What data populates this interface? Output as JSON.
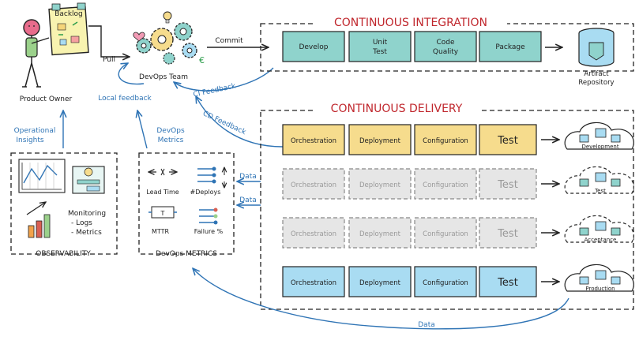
{
  "colors": {
    "ci": "#8fd3cc",
    "delivery_dev": "#f6dc8d",
    "delivery_gray": "#e6e6e6",
    "delivery_prod": "#a9dcf2",
    "feedback_blue": "#2f74b5",
    "title_red": "#c0272d",
    "ink": "#222222"
  },
  "backlog_label": "Backlog",
  "product_owner_label": "Product Owner",
  "pull_label": "Pull",
  "devops_team_label": "DevOps Team",
  "commit_label": "Commit",
  "local_feedback_label": "Local feedback",
  "ci_feedback_label": "CI Feedback",
  "cd_feedback_label": "CD Feedback",
  "operational_insights": [
    "Operational",
    "Insights"
  ],
  "devops_metrics_feedback": [
    "DevOps",
    "Metrics"
  ],
  "ci": {
    "title": "CONTINUOUS INTEGRATION",
    "steps": [
      [
        "Develop"
      ],
      [
        "Unit",
        "Test"
      ],
      [
        "Code",
        "Quality"
      ],
      [
        "Package"
      ]
    ],
    "artifact_label": [
      "Artifact",
      "Repository"
    ]
  },
  "cd": {
    "title": "CONTINUOUS DELIVERY",
    "step_labels": [
      "Orchestration",
      "Deployment",
      "Configuration",
      "Test"
    ],
    "environments": [
      "Development",
      "Test",
      "Acceptance",
      "Production"
    ]
  },
  "observability": {
    "title": "OBSERVABILITY",
    "monitoring_lines": [
      "Monitoring",
      "- Logs",
      "- Metrics"
    ]
  },
  "metrics": {
    "title": "DevOps METRICS",
    "lead_time": "Lead Time",
    "deploys": "#Deploys",
    "mttr": "MTTR",
    "failure": "Failure %",
    "timer_letter": "T"
  },
  "data_label": "Data"
}
